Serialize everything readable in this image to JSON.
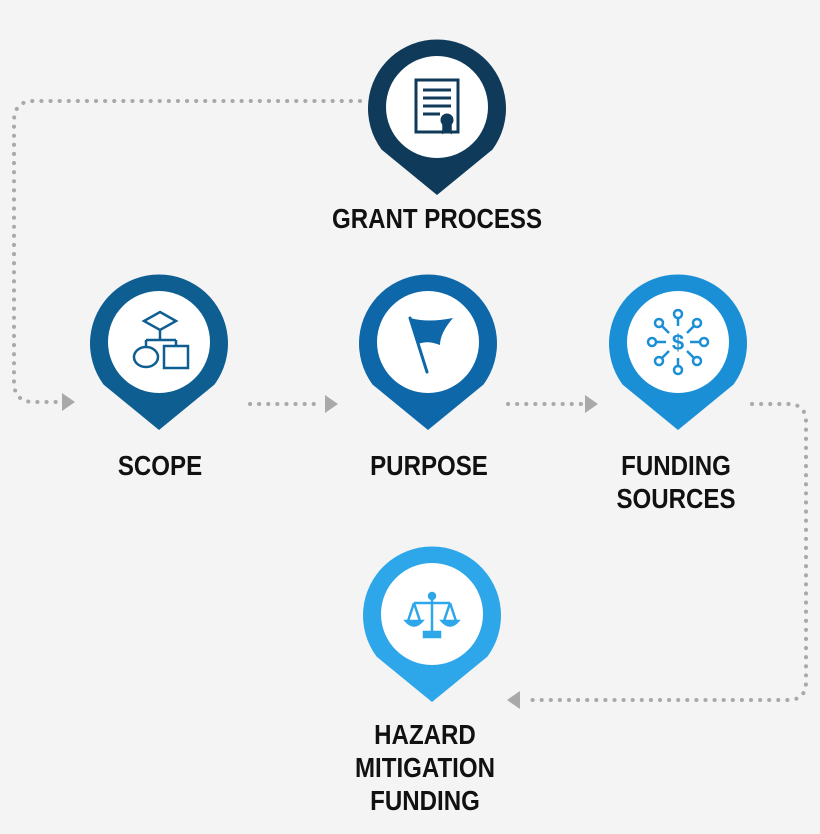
{
  "nodes": {
    "grant_process": {
      "label": "GRANT PROCESS",
      "color": "#0f3a59",
      "icon": "certificate-icon"
    },
    "scope": {
      "label": "SCOPE",
      "color": "#0e5e92",
      "icon": "flowchart-icon"
    },
    "purpose": {
      "label": "PURPOSE",
      "color": "#0e67a8",
      "icon": "flag-icon"
    },
    "funding_sources": {
      "label_line1": "FUNDING",
      "label_line2": "SOURCES",
      "color": "#1a8fd6",
      "icon": "money-network-icon"
    },
    "hazard_mitigation_funding": {
      "label_line1": "HAZARD",
      "label_line2": "MITIGATION",
      "label_line3": "FUNDING",
      "color": "#2ea7ea",
      "icon": "scales-icon"
    }
  },
  "colors": {
    "background": "#f4f4f4",
    "connector": "#a9a9a9",
    "label_text": "#111111",
    "pin_inner": "#ffffff"
  }
}
